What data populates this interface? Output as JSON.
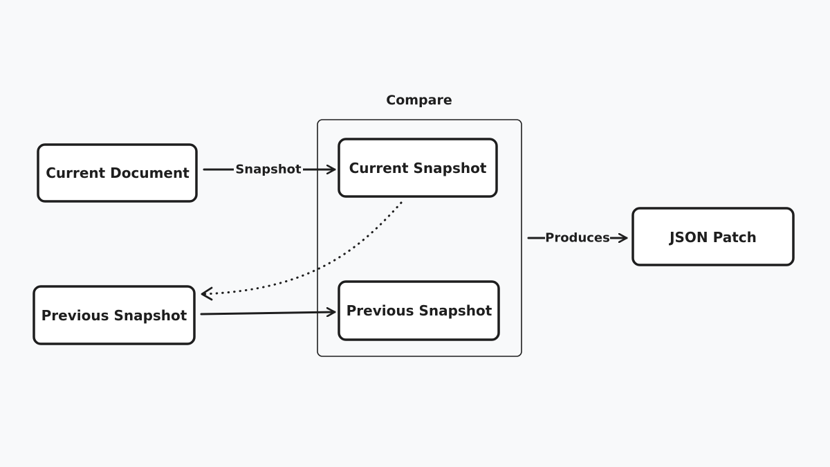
{
  "diagram": {
    "group_title": "Compare",
    "nodes": {
      "current_document": "Current Document",
      "previous_snapshot_left": "Previous Snapshot",
      "current_snapshot": "Current Snapshot",
      "previous_snapshot_right": "Previous Snapshot",
      "json_patch": "JSON Patch"
    },
    "edges": {
      "snapshot": "Snapshot",
      "produces": "Produces"
    }
  }
}
